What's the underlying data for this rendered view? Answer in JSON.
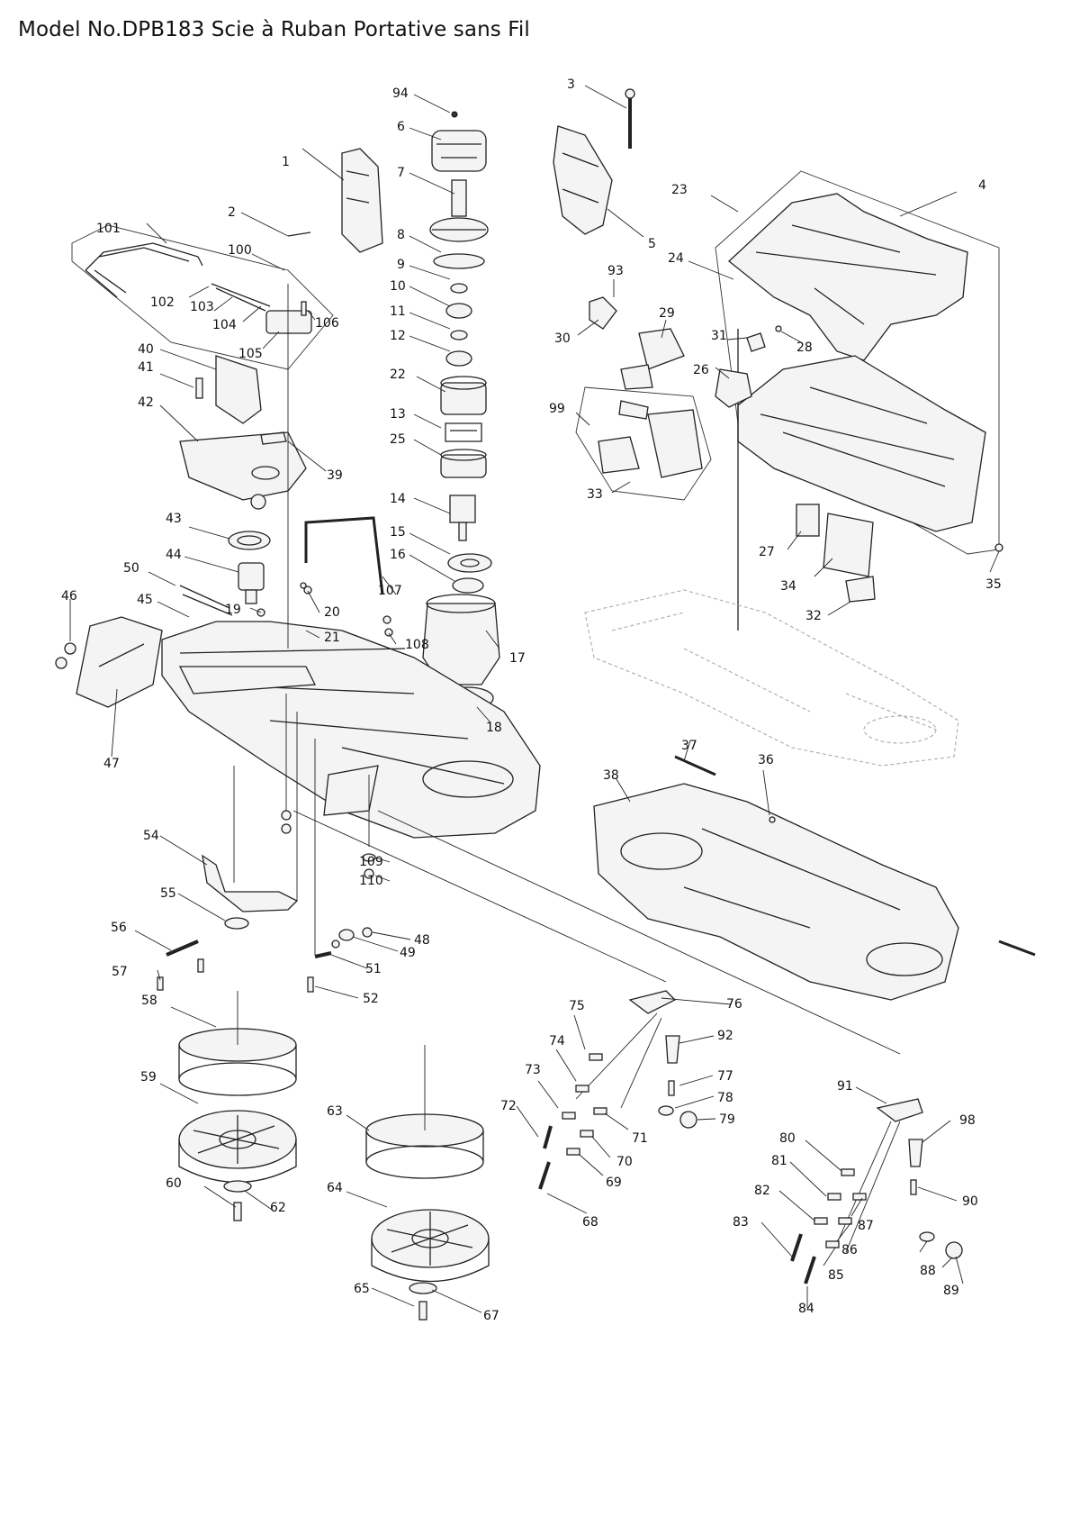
{
  "title": "Model No.DPB183 Scie à Ruban Portative sans Fil",
  "parts": [
    "1",
    "2",
    "3",
    "4",
    "5",
    "6",
    "7",
    "8",
    "9",
    "10",
    "11",
    "12",
    "13",
    "14",
    "15",
    "16",
    "17",
    "18",
    "19",
    "20",
    "21",
    "22",
    "23",
    "24",
    "25",
    "26",
    "27",
    "28",
    "29",
    "30",
    "31",
    "32",
    "33",
    "34",
    "35",
    "36",
    "37",
    "38",
    "39",
    "40",
    "41",
    "42",
    "43",
    "44",
    "45",
    "46",
    "47",
    "48",
    "49",
    "50",
    "51",
    "52",
    "54",
    "55",
    "56",
    "57",
    "58",
    "59",
    "60",
    "62",
    "63",
    "64",
    "65",
    "67",
    "68",
    "69",
    "70",
    "71",
    "72",
    "73",
    "74",
    "75",
    "76",
    "77",
    "78",
    "79",
    "80",
    "81",
    "82",
    "83",
    "84",
    "85",
    "86",
    "87",
    "88",
    "89",
    "90",
    "91",
    "92",
    "93",
    "94",
    "98",
    "99",
    "100",
    "101",
    "102",
    "103",
    "104",
    "105",
    "106",
    "107",
    "108",
    "109",
    "110"
  ]
}
